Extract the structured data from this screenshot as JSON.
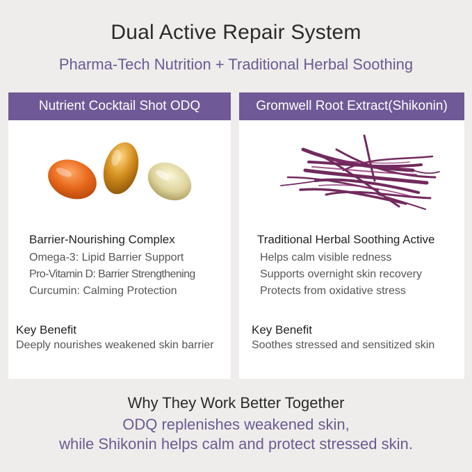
{
  "header": {
    "title": "Dual Active Repair System",
    "subtitle": "Pharma-Tech Nutrition + Traditional Herbal Soothing"
  },
  "colors": {
    "accent_purple": "#6f5996",
    "subtitle_purple": "#6b5a93",
    "background": "#efedeb",
    "card": "#ffffff"
  },
  "cards": [
    {
      "header": "Nutrient Cocktail Shot ODQ",
      "image": "softgel-capsules",
      "feature_title": "Barrier-Nourishing Complex",
      "features": [
        "Omega-3: Lipid Barrier Support",
        "Pro-Vitamin D: Barrier Strengthening",
        "Curcumin: Calming Protection"
      ],
      "key_benefit_title": "Key Benefit",
      "key_benefit_text": "Deeply nourishes weakened skin barrier"
    },
    {
      "header": "Gromwell Root Extract(Shikonin)",
      "image": "gromwell-root",
      "feature_title": "Traditional Herbal Soothing Active",
      "features": [
        "Helps calm visible redness",
        "Supports overnight skin recovery",
        "Protects from oxidative stress"
      ],
      "key_benefit_title": "Key Benefit",
      "key_benefit_text": "Soothes stressed and sensitized skin"
    }
  ],
  "footer": {
    "title": "Why They Work Better Together",
    "line1": "ODQ replenishes weakened skin,",
    "line2": "while Shikonin helps calm and protect stressed skin."
  }
}
